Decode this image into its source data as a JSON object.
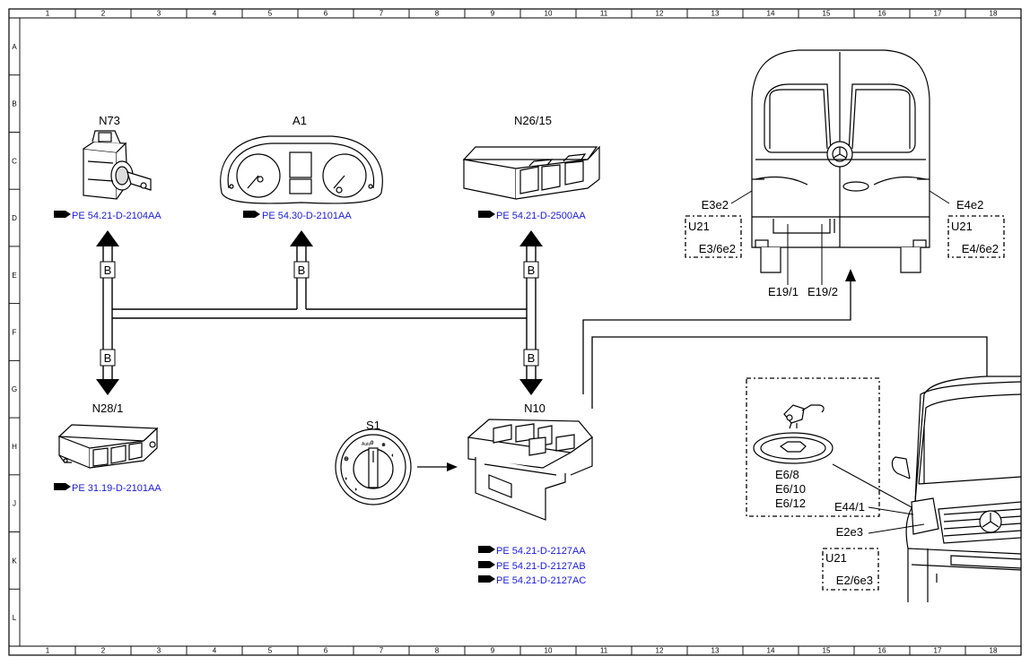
{
  "grid": {
    "cols": [
      "1",
      "2",
      "3",
      "4",
      "5",
      "6",
      "7",
      "8",
      "9",
      "10",
      "11",
      "12",
      "13",
      "14",
      "15",
      "16",
      "17",
      "18"
    ],
    "rows": [
      "A",
      "B",
      "C",
      "D",
      "E",
      "F",
      "G",
      "H",
      "J",
      "K",
      "L"
    ]
  },
  "components": {
    "n73": {
      "label": "N73",
      "ref": "PE 54.21-D-2104AA"
    },
    "a1": {
      "label": "A1",
      "ref": "PE 54.30-D-2101AA"
    },
    "n26_15": {
      "label": "N26/15",
      "ref": "PE 54.21-D-2500AA"
    },
    "n28_1": {
      "label": "N28/1",
      "ref": "PE 31.19-D-2101AA"
    },
    "s1": {
      "label": "S1",
      "marks": {
        "auto": "Auto",
        "zero": "0"
      }
    },
    "n10": {
      "label": "N10",
      "refs": [
        "PE 54.21-D-2127AA",
        "PE 54.21-D-2127AB",
        "PE 54.21-D-2127AC"
      ]
    }
  },
  "bus_label": "B",
  "rear": {
    "e3e2": "E3e2",
    "e4e2": "E4e2",
    "e19_1": "E19/1",
    "e19_2": "E19/2",
    "box_left": {
      "title": "U21",
      "value": "E3/6e2"
    },
    "box_right": {
      "title": "U21",
      "value": "E4/6e2"
    }
  },
  "front": {
    "e6_8": "E6/8",
    "e6_10": "E6/10",
    "e6_12": "E6/12",
    "e44_1": "E44/1",
    "e2e3": "E2e3",
    "box": {
      "title": "U21",
      "value": "E2/6e3"
    }
  },
  "colors": {
    "line": "#000000",
    "ref_link": "#1a1adb"
  }
}
